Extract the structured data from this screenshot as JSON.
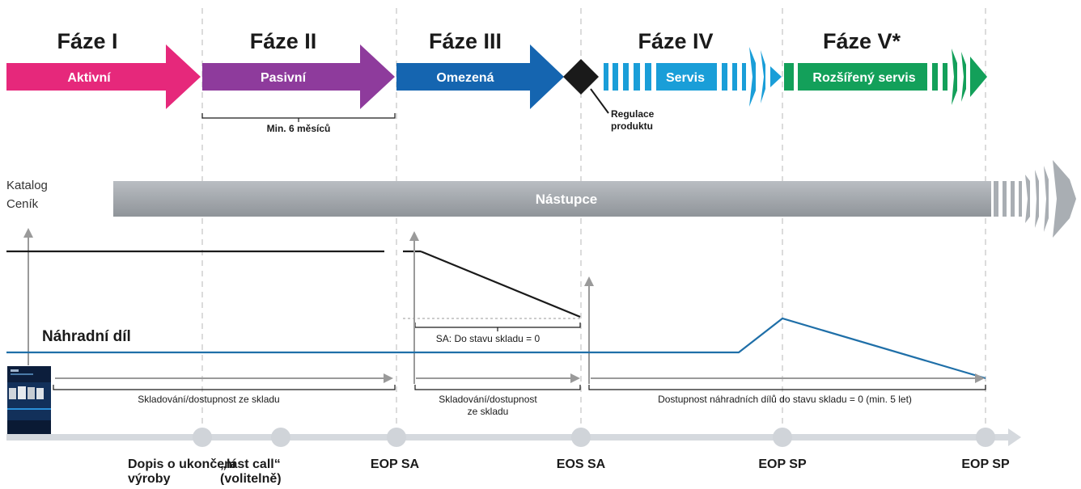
{
  "phases": [
    {
      "title": "Fáze I",
      "label": "Aktivní",
      "color": "#e6287b"
    },
    {
      "title": "Fáze II",
      "label": "Pasivní",
      "color": "#8e3b9c"
    },
    {
      "title": "Fáze III",
      "label": "Omezená",
      "color": "#1565b0"
    },
    {
      "title": "Fáze IV",
      "label": "Servis",
      "color": "#1a9ed8"
    },
    {
      "title": "Fáze V*",
      "label": "Rozšířený servis",
      "color": "#13a05a"
    }
  ],
  "annotations": {
    "min_months": "Min. 6 měsíců",
    "regulation": [
      "Regulace",
      "produktu"
    ],
    "catalog": "Katalog",
    "pricelist": "Ceník",
    "successor": "Nástupce",
    "spare_part": "Náhradní díl",
    "sa_stock": "SA: Do stavu skladu = 0",
    "storage_1": "Skladování/dostupnost ze skladu",
    "storage_2": [
      "Skladování/dostupnost",
      "ze skladu"
    ],
    "spare_availability": "Dostupnost náhradních dílů do stavu skladu = 0 (min. 5 let)"
  },
  "milestones": [
    {
      "lines": [
        "Dopis o ukončení",
        "výroby"
      ]
    },
    {
      "lines": [
        "„last call“",
        "(volitelně)"
      ]
    },
    {
      "lines": [
        "EOP SA"
      ]
    },
    {
      "lines": [
        "EOS SA"
      ]
    },
    {
      "lines": [
        "EOP SP"
      ]
    },
    {
      "lines": [
        "EOP SP"
      ]
    }
  ],
  "colors": {
    "grid": "#c8c8c8",
    "timeline": "#d5d9de",
    "successor_bar": "#9ea3a8",
    "spare_line": "#1f6fa8",
    "dark_line": "#1a1a1a"
  }
}
